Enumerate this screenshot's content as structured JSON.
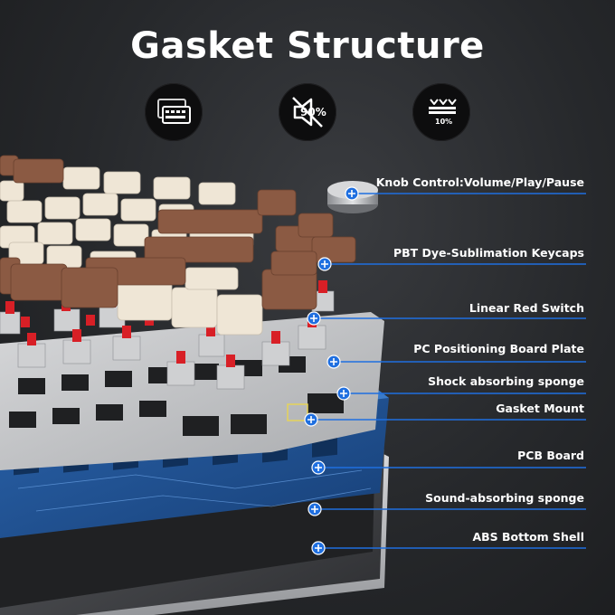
{
  "header": {
    "title": "Gasket Structure"
  },
  "feature_icons": [
    {
      "icon": "keyboard-screen-icon"
    },
    {
      "icon": "muted-speaker-icon",
      "text": "90%"
    },
    {
      "icon": "compression-arrows-icon",
      "text": "10%"
    }
  ],
  "callouts": [
    {
      "label": "Knob Control:Volume/Play/Pause"
    },
    {
      "label": "PBT Dye-Sublimation Keycaps"
    },
    {
      "label": "Linear Red Switch"
    },
    {
      "label": "PC Positioning Board Plate"
    },
    {
      "label": "Shock absorbing sponge"
    },
    {
      "label": "Gasket Mount"
    },
    {
      "label": "PCB Board"
    },
    {
      "label": "Sound-absorbing sponge"
    },
    {
      "label": "ABS Bottom Shell"
    }
  ],
  "colors": {
    "accent_blue": "#1f6fe0",
    "keycap_brown": "#8b5a43",
    "keycap_cream": "#efe6d6",
    "switch_red": "#d81f26",
    "pcb_blue": "#1e4f8f"
  }
}
